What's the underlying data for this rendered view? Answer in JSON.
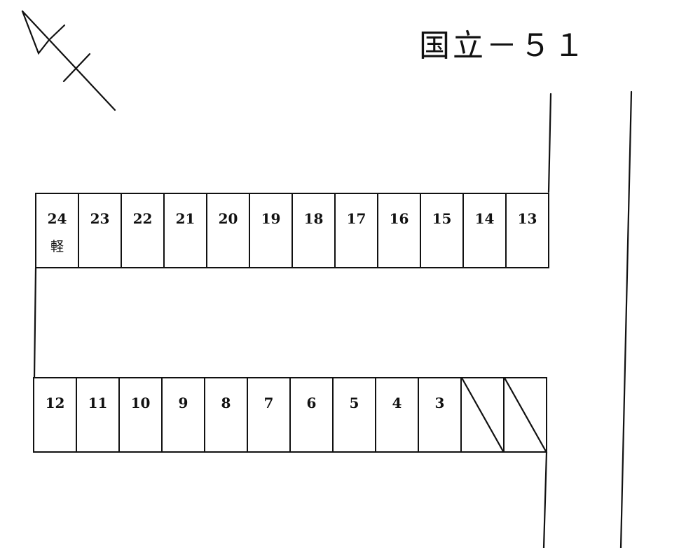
{
  "header": {
    "title": "国立－５１"
  },
  "compass": {
    "icon": "north-arrow-icon"
  },
  "parking": {
    "top_row": [
      {
        "number": "24",
        "note": "軽"
      },
      {
        "number": "23",
        "note": ""
      },
      {
        "number": "22",
        "note": ""
      },
      {
        "number": "21",
        "note": ""
      },
      {
        "number": "20",
        "note": ""
      },
      {
        "number": "19",
        "note": ""
      },
      {
        "number": "18",
        "note": ""
      },
      {
        "number": "17",
        "note": ""
      },
      {
        "number": "16",
        "note": ""
      },
      {
        "number": "15",
        "note": ""
      },
      {
        "number": "14",
        "note": ""
      },
      {
        "number": "13",
        "note": ""
      }
    ],
    "bottom_row": [
      {
        "number": "12",
        "note": ""
      },
      {
        "number": "11",
        "note": ""
      },
      {
        "number": "10",
        "note": ""
      },
      {
        "number": "9",
        "note": ""
      },
      {
        "number": "8",
        "note": ""
      },
      {
        "number": "7",
        "note": ""
      },
      {
        "number": "6",
        "note": ""
      },
      {
        "number": "5",
        "note": ""
      },
      {
        "number": "4",
        "note": ""
      },
      {
        "number": "3",
        "note": ""
      },
      {
        "number": "",
        "note": "",
        "unavailable": true
      },
      {
        "number": "",
        "note": "",
        "unavailable": true
      }
    ]
  },
  "colors": {
    "ink": "#111111",
    "paper": "#ffffff"
  }
}
